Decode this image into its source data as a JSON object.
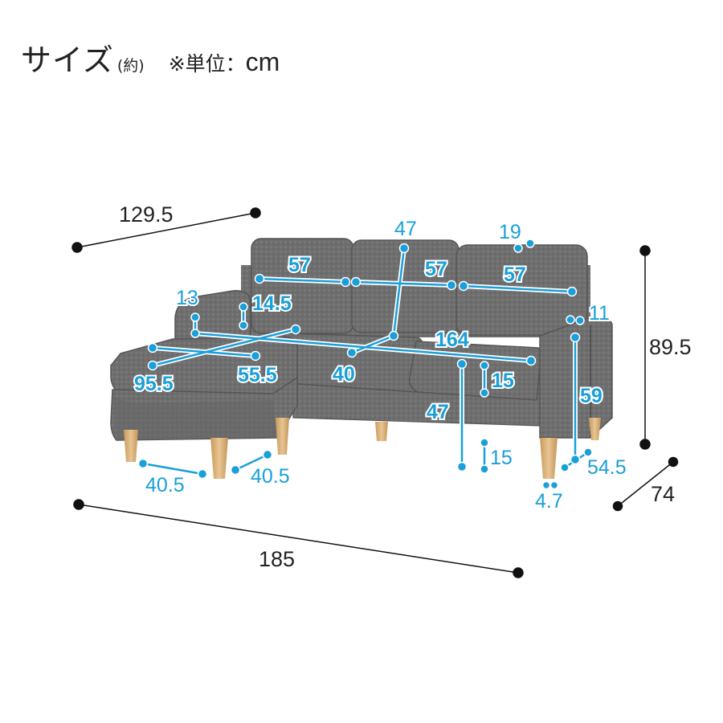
{
  "header": {
    "title": "サイズ",
    "approx": "(約)",
    "unit_label": "※単位：",
    "unit_value": "cm"
  },
  "dimensions": {
    "overall_width": "185",
    "overall_height": "89.5",
    "overall_depth": "74",
    "chaise_length": "129.5",
    "back_top_depth": "47",
    "back_top_height": "19",
    "back_cushion_width_1": "57",
    "back_cushion_width_2": "57",
    "back_cushion_width_3": "57",
    "armrest_width": "13",
    "armrest_height": "14.5",
    "arm_depth_side": "11",
    "inner_width": "164",
    "ottoman_width": "95.5",
    "ottoman_depth": "55.5",
    "seat_depth": "40",
    "seat_cushion_thickness": "15",
    "seat_height": "47",
    "leg_clearance": "15",
    "arm_height": "59",
    "side_depth": "54.5",
    "leg_size": "4.7",
    "ottoman_leg_span_1": "40.5",
    "ottoman_leg_span_2": "40.5"
  },
  "colors": {
    "marker_blue": "#1a9fd8",
    "marker_black": "#111111",
    "fabric": "#6e6e6e",
    "wood": "#d8b47e"
  }
}
